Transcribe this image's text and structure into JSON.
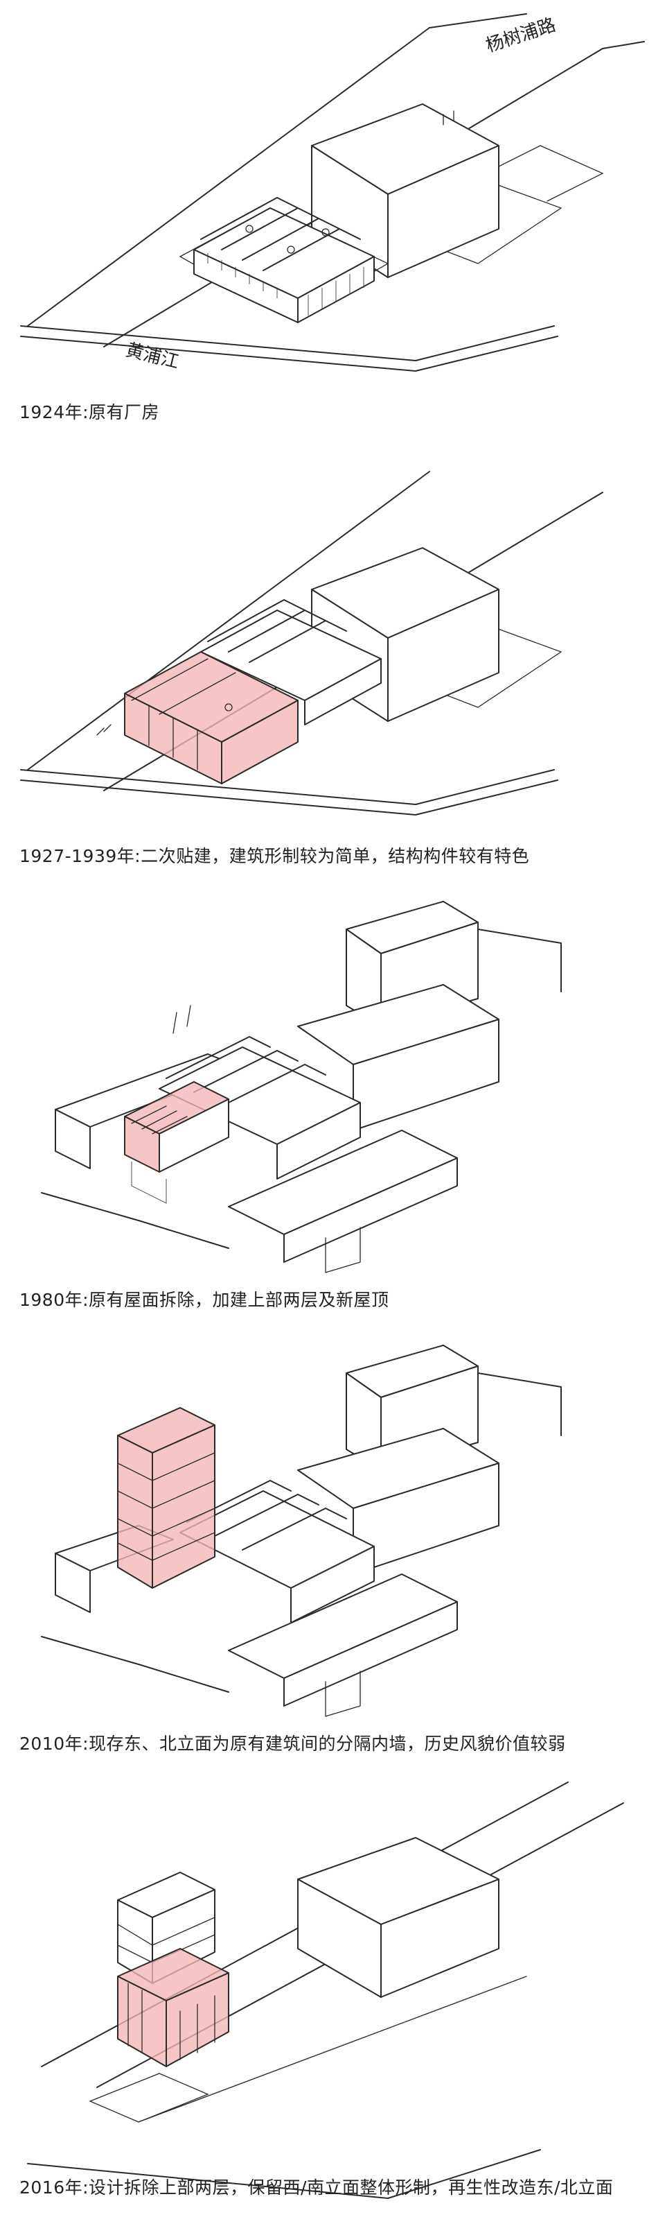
{
  "road_labels": {
    "yangshupu": "杨树浦路",
    "huangpu": "黄浦江"
  },
  "stages": [
    {
      "caption": "1924年:原有厂房"
    },
    {
      "caption": "1927-1939年:二次贴建，建筑形制较为简单，结构构件较有特色"
    },
    {
      "caption": "1980年:原有屋面拆除，加建上部两层及新屋顶"
    },
    {
      "caption": "2010年:现存东、北立面为原有建筑间的分隔内墙，历史风貌价值较弱"
    },
    {
      "caption": "2016年:设计拆除上部两层，保留西/南立面整体形制，再生性改造东/北立面"
    }
  ],
  "highlight_color": "#f3b5b5"
}
